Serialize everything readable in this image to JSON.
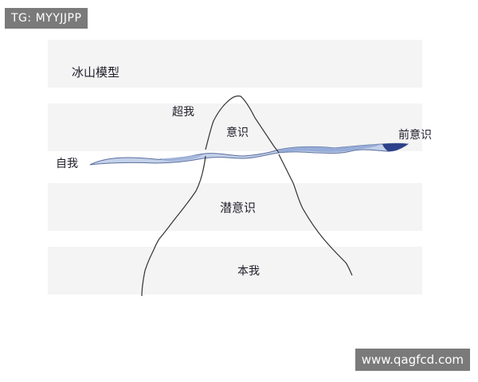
{
  "watermark_top_left": "TG: MYYJJPP",
  "watermark_bottom_right": "www.qagfcd.com",
  "diagram": {
    "title": "冰山模型",
    "labels": {
      "superego": "超我",
      "conscious": "意识",
      "preconscious": "前意识",
      "ego": "自我",
      "subconscious": "潜意识",
      "id": "本我"
    }
  },
  "colors": {
    "water_light": "#c9d6ec",
    "water_mid": "#8ea6d4",
    "water_dark": "#2c3f8a",
    "outline": "#333333"
  }
}
